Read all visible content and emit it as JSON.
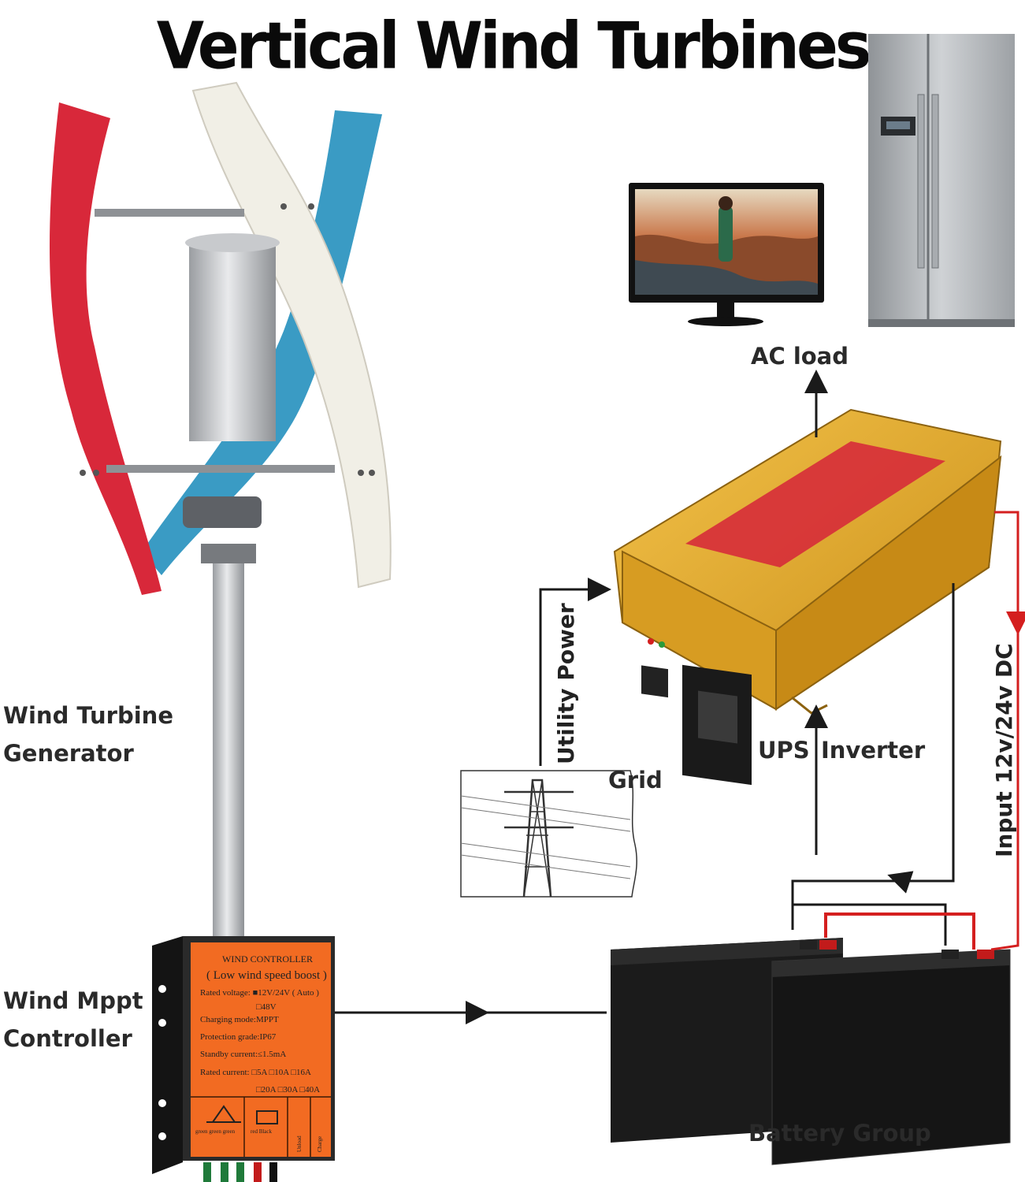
{
  "title": "Vertical Wind Turbines",
  "labels": {
    "ac_load": "AC load",
    "utility_power": "Utility Power",
    "grid": "Grid",
    "ups": "UPS",
    "inverter": "Inverter",
    "input_dc": "Input 12v/24v DC",
    "wind_turbine_generator": [
      "Wind Turbine",
      "Generator"
    ],
    "wind_mppt_controller": [
      "Wind Mppt",
      "Controller"
    ],
    "battery_group": "Battery Group"
  },
  "controller_panel": {
    "heading": "WIND CONTROLLER",
    "subheading": "( Low wind speed boost )",
    "lines": [
      "Rated voltage: ■12V/24V ( Auto )",
      "□48V",
      "Charging mode:MPPT",
      "Protection grade:IP67",
      "Standby current:≤1.5mA",
      "Rated current: □5A □10A □16A",
      "□20A □30A □40A"
    ],
    "terminal_labels": [
      "green green green",
      "red  Black",
      "Unload",
      "Charge"
    ]
  },
  "colors": {
    "blade_red": "#d8283a",
    "blade_white": "#f1efe6",
    "blade_blue": "#3a9bc4",
    "controller_orange": "#f26b22",
    "inverter_gold": "#e2ad33",
    "battery_black": "#1b1b1b",
    "wire_red": "#d41f1f",
    "wire_black": "#1a1a1a"
  }
}
